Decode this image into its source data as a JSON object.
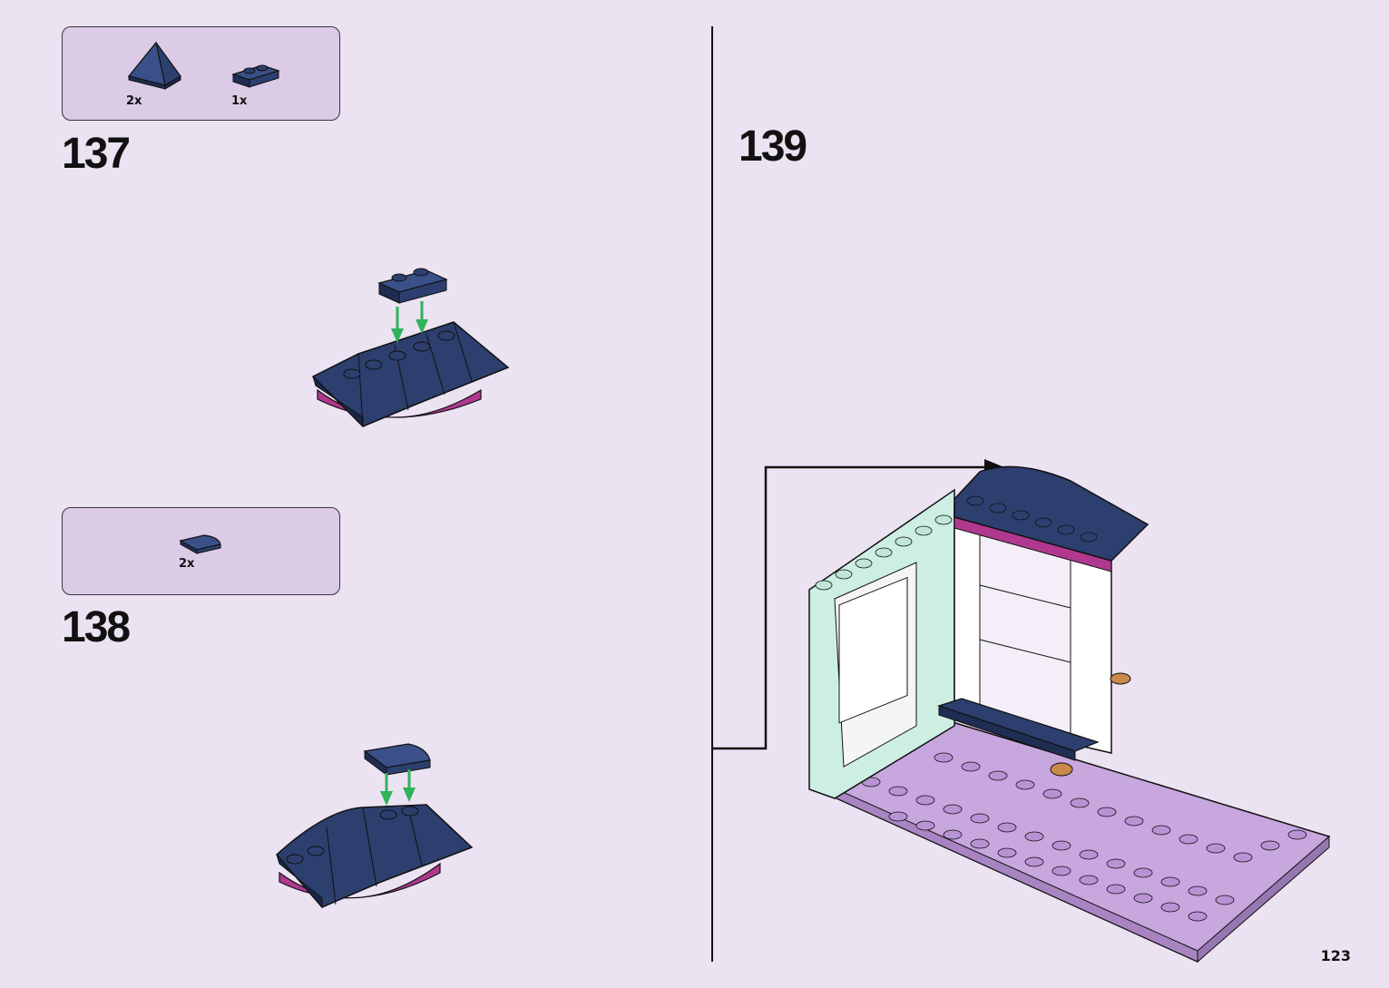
{
  "steps": {
    "step137": {
      "number": "137",
      "parts": [
        {
          "name": "slope-brick",
          "qty": "2x"
        },
        {
          "name": "plate-1x2",
          "qty": "1x"
        }
      ]
    },
    "step138": {
      "number": "138",
      "parts": [
        {
          "name": "curved-tile",
          "qty": "2x"
        }
      ]
    },
    "step139": {
      "number": "139"
    }
  },
  "page": {
    "number": "123"
  },
  "colors": {
    "background": "#ebe2f2",
    "parts_box": "#dccbe6",
    "brick_dark_blue": "#2c3f6e",
    "brick_magenta": "#b0398f",
    "baseplate_lavender": "#c8a6de",
    "arrow_green": "#2fb35a",
    "mint": "#cdeee3"
  },
  "icons": [
    "down-arrow-icon",
    "callout-arrow-icon"
  ]
}
